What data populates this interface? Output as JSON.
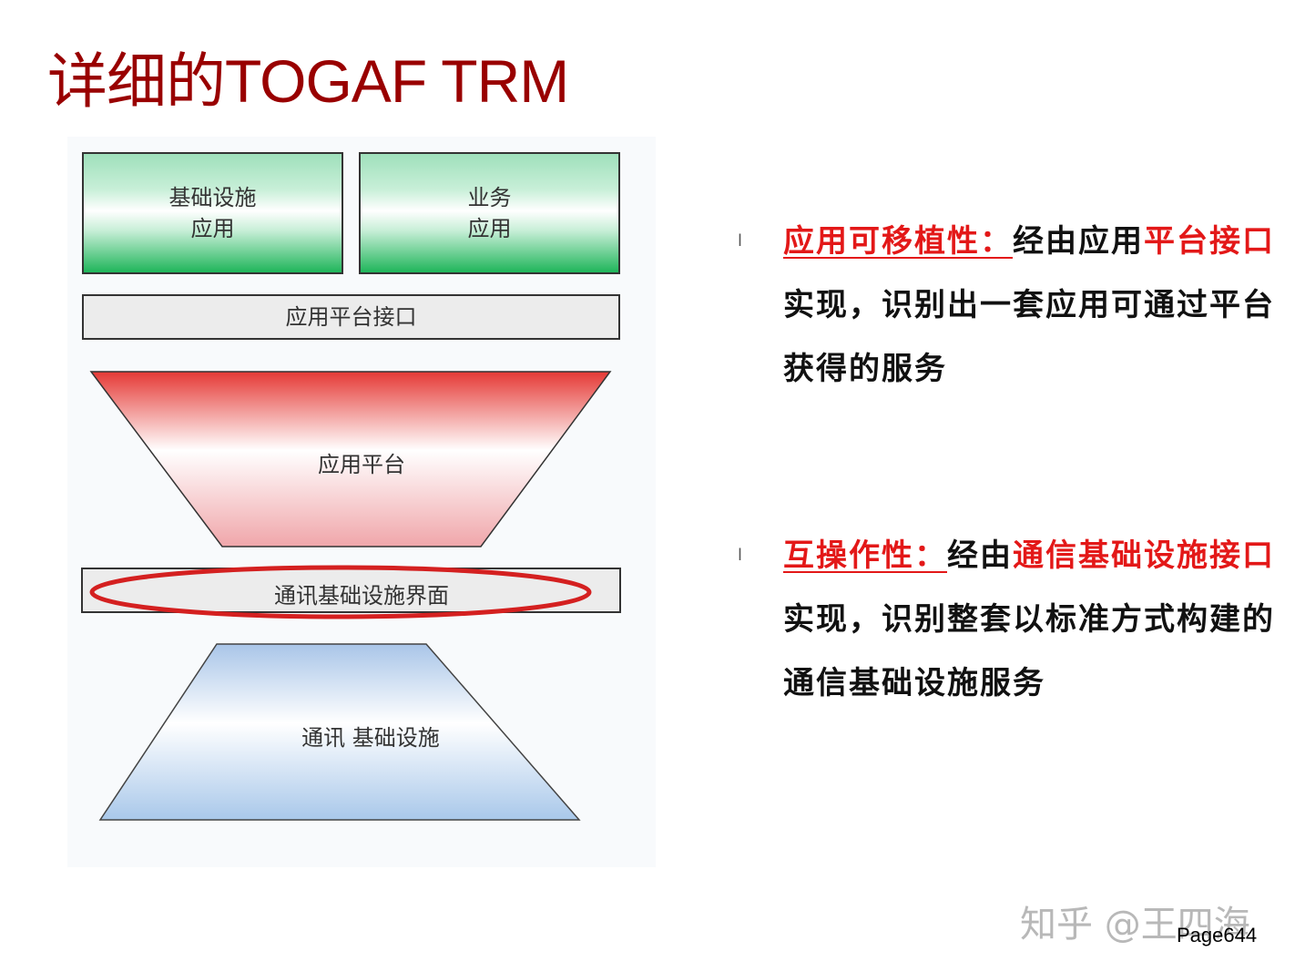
{
  "title": "详细的TOGAF TRM",
  "diagram": {
    "boxes": {
      "infra_apps": {
        "line1": "基础设施",
        "line2": "应用"
      },
      "business_apps": {
        "line1": "业务",
        "line2": "应用"
      },
      "app_platform_interface": "应用平台接口",
      "app_platform": "应用平台",
      "comm_infra_interface": "通讯基础设施界面",
      "comm_infra": "通讯 基础设施"
    },
    "colors": {
      "highlight_ellipse": "#d42020",
      "green": "#1fb55a",
      "red": "#e53935",
      "blue": "#a9c8ea"
    }
  },
  "bullets": [
    {
      "marker": "l",
      "term": "应用可移植性：",
      "segments": [
        {
          "text": "经由应用",
          "color": "black"
        },
        {
          "text": "平台接口",
          "color": "red"
        },
        {
          "text": "实现，识别出一套应用可通过平台获得的服务",
          "color": "black"
        }
      ]
    },
    {
      "marker": "l",
      "term": "互操作性：",
      "segments": [
        {
          "text": "经由",
          "color": "black"
        },
        {
          "text": "通信基础设施接口",
          "color": "red"
        },
        {
          "text": "实现，识别整套以标准方式构建的通信基础设施服务",
          "color": "black"
        }
      ]
    }
  ],
  "footer": {
    "watermark": "知乎 @王四海",
    "page": "Page644"
  }
}
